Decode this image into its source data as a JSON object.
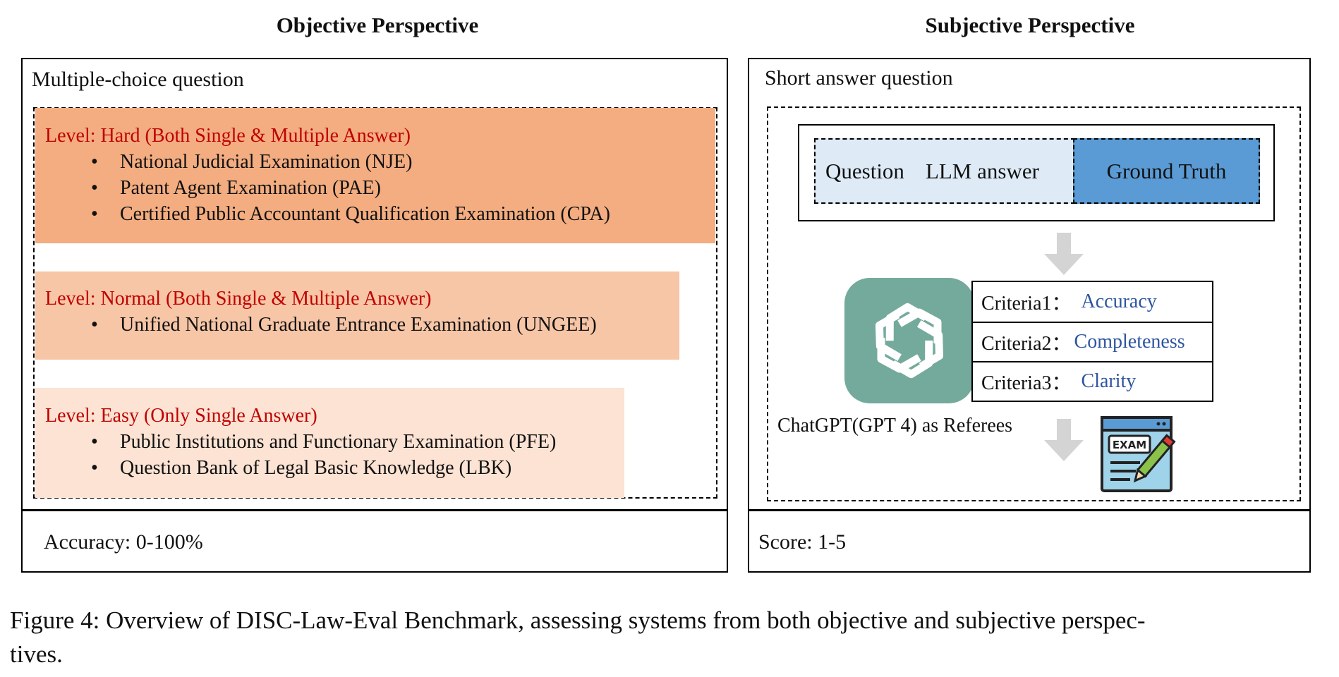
{
  "objective": {
    "heading": "Objective Perspective",
    "question_type": "Multiple-choice question",
    "levels": [
      {
        "title": "Level: Hard (Both Single & Multiple Answer)",
        "items": [
          "National Judicial Examination (NJE)",
          "Patent Agent Examination (PAE)",
          "Certified Public Accountant Qualification Examination (CPA)"
        ],
        "color": "#f3ad80"
      },
      {
        "title": "Level: Normal (Both Single & Multiple Answer)",
        "items": [
          "Unified National Graduate Entrance Examination (UNGEE)"
        ],
        "color": "#f7c6a7"
      },
      {
        "title": "Level: Easy (Only Single Answer)",
        "items": [
          "Public Institutions and Functionary Examination (PFE)",
          "Question Bank of Legal Basic Knowledge (LBK)"
        ],
        "color": "#fce3d3"
      }
    ],
    "metric": "Accuracy: 0-100%"
  },
  "subjective": {
    "heading": "Subjective Perspective",
    "question_type": "Short answer question",
    "input_question": "Question",
    "input_llm_answer": "LLM answer",
    "input_ground_truth": "Ground Truth",
    "criteria": [
      {
        "label": "Criteria1：",
        "value": "Accuracy"
      },
      {
        "label": "Criteria2：",
        "value": "Completeness"
      },
      {
        "label": "Criteria3：",
        "value": "Clarity"
      }
    ],
    "referee_label": "ChatGPT(GPT 4) as Referees",
    "exam_icon_text": "EXAM",
    "metric": "Score: 1-5",
    "colors": {
      "light_blue": "#deebf7",
      "blue": "#5b9bd5",
      "gpt_green": "#74aa9c",
      "arrow_gray": "#d4d4d4"
    }
  },
  "caption": {
    "line1": "Figure 4: Overview of DISC-Law-Eval Benchmark, assessing systems from both objective and subjective perspec-",
    "line2": "tives."
  }
}
